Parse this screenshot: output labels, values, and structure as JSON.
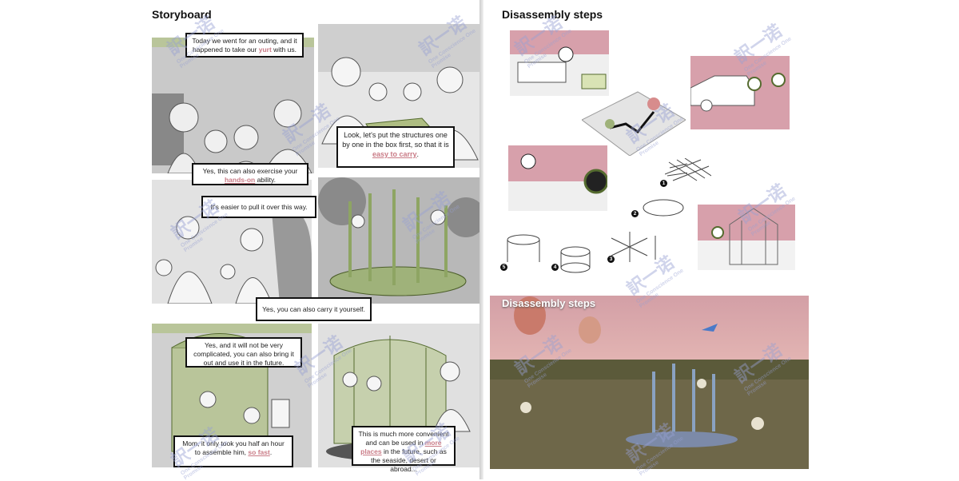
{
  "left_page": {
    "heading": "Storyboard",
    "bubbles": {
      "b1_a": "Today we went for an outing, and it happened to take our ",
      "b1_hl": "yurt",
      "b1_b": " with us.",
      "b2_a": "Look, let's put the structures one by one in the box first, so that it is ",
      "b2_hl": "easy to carry",
      "b2_b": ".",
      "b3_a": "Yes, this can also exercise your ",
      "b3_hl": "hands-on",
      "b3_b": " ability.",
      "b4": "It's easier to pull it over this way.",
      "b5": "Yes, you can also carry it yourself.",
      "b6": "Yes, and it will not be very complicated, you can also bring it out and use it in the future.",
      "b7_a": "Mom, it only took you half an hour to assemble him, ",
      "b7_hl": "so fast",
      "b7_b": ".",
      "b8_a": "This is much more convenient and can be used in ",
      "b8_hl": "more places",
      "b8_b": " in the future, such as the seaside, desert or abroad..."
    }
  },
  "right_page": {
    "heading": "Disassembly steps",
    "photo_title": "Disassembly steps",
    "step_numbers": [
      "1",
      "2",
      "3",
      "4",
      "5"
    ]
  },
  "watermark": {
    "glyphs": "訳一诺",
    "sub": "One Conscience One Promise"
  },
  "colors": {
    "accent_pink": "#c97b86",
    "panel_green": "#b9c59a",
    "pink_block": "#d7a0ab",
    "sky_pink": "#d9a2a5"
  }
}
